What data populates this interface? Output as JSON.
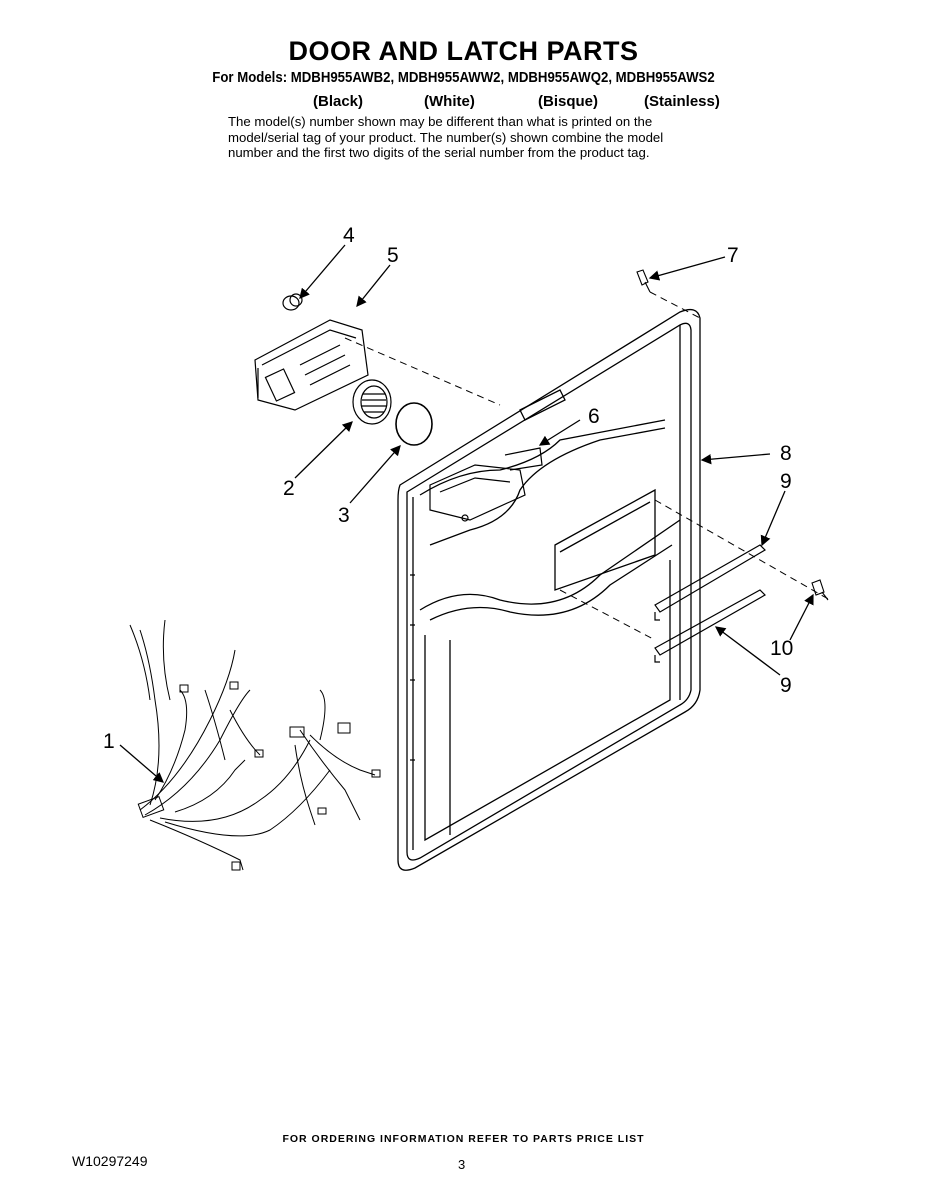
{
  "header": {
    "title": "DOOR AND LATCH PARTS",
    "models": "For Models: MDBH955AWB2, MDBH955AWW2, MDBH955AWQ2, MDBH955AWS2",
    "colors": [
      "(Black)",
      "(White)",
      "(Bisque)",
      "(Stainless)"
    ],
    "note_lines": [
      "The model(s) number shown may be different than what is printed on the",
      "model/serial tag of your product. The number(s) shown combine the model",
      "number and the first two digits of the serial number from the product tag."
    ]
  },
  "callouts": [
    "1",
    "2",
    "3",
    "4",
    "5",
    "6",
    "7",
    "8",
    "9",
    "10",
    "9"
  ],
  "footer": {
    "ordering": "FOR ORDERING INFORMATION REFER TO PARTS PRICE LIST",
    "doc_number": "W10297249",
    "page": "3"
  }
}
